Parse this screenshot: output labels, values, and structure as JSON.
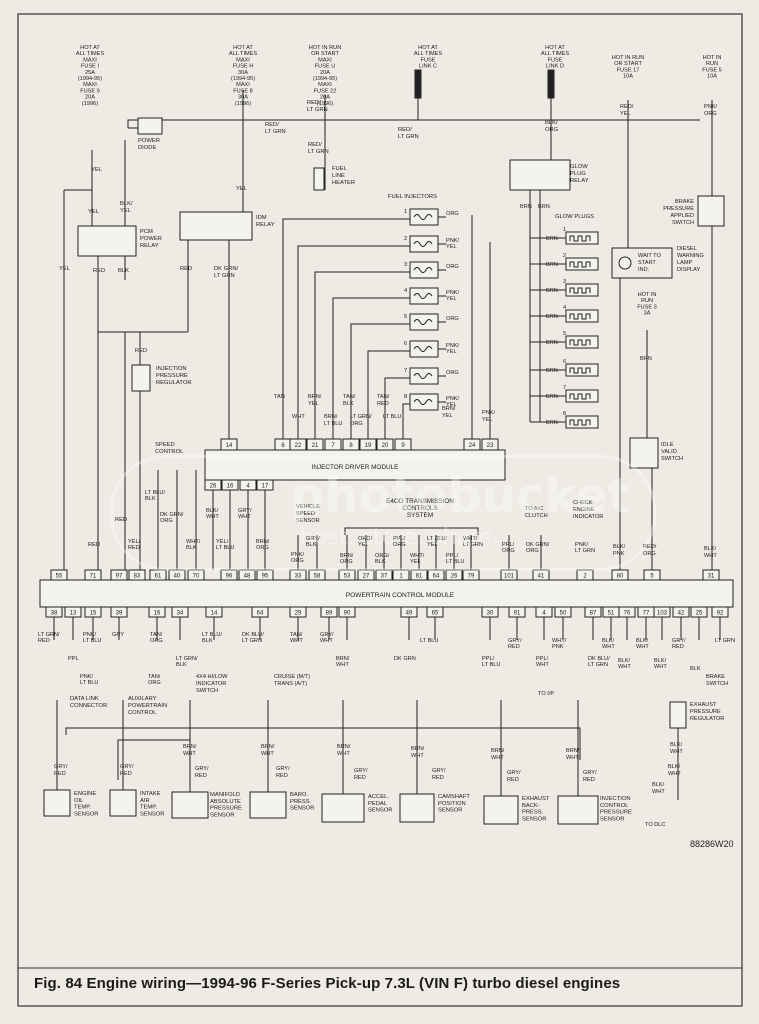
{
  "caption": "Fig. 84 Engine wiring—1994-96 F-Series Pick-up 7.3L (VIN F) turbo diesel engines",
  "figure_code": "88286W20",
  "watermark": {
    "brand": "photobucket",
    "tagline": "host. store. share."
  },
  "modules": {
    "pcm": "POWERTRAIN CONTROL MODULE",
    "idm": "INJECTOR DRIVER MODULE",
    "e4od": "E4OD TRANSMISSION CONTROLS SYSTEM"
  },
  "power_sources": [
    {
      "id": "fuse-9",
      "lines": [
        "HOT AT",
        "ALL TIMES",
        "MAXI",
        "FUSE I",
        "25A",
        "(1994-95)",
        "MAXI",
        "FUSE 9",
        "20A",
        "(1996)"
      ]
    },
    {
      "id": "fuse-h",
      "lines": [
        "HOT AT",
        "ALL TIMES",
        "MAXI",
        "FUSE H",
        "30A",
        "(1994-95)",
        "MAXI",
        "FUSE 8",
        "30A",
        "(1996)"
      ]
    },
    {
      "id": "fuse-u",
      "lines": [
        "HOT IN RUN",
        "OR START",
        "MAXI",
        "FUSE U",
        "20A",
        "(1994-95)",
        "MAXI",
        "FUSE 22",
        "20A",
        "(1996)"
      ]
    },
    {
      "id": "link-c",
      "lines": [
        "HOT AT",
        "ALL TIMES",
        "FUSE",
        "LINK C"
      ]
    },
    {
      "id": "link-d",
      "lines": [
        "HOT AT",
        "ALL TIMES",
        "FUSE",
        "LINK D"
      ]
    },
    {
      "id": "fuse-17",
      "lines": [
        "HOT IN RUN",
        "OR START",
        "FUSE 17",
        "10A"
      ]
    },
    {
      "id": "fuse-5",
      "lines": [
        "HOT IN",
        "RUN",
        "FUSE 5",
        "10A"
      ]
    },
    {
      "id": "fuse-3",
      "lines": [
        "HOT IN",
        "RUN",
        "FUSE 3",
        "3A"
      ]
    }
  ],
  "components": {
    "power_diode": [
      "POWER",
      "DIODE"
    ],
    "pcm_relay": [
      "PCM",
      "POWER",
      "RELAY"
    ],
    "idm_relay": [
      "IDM",
      "RELAY"
    ],
    "fuel_heater": [
      "FUEL",
      "LINE",
      "HEATER"
    ],
    "glow_relay": [
      "GLOW",
      "PLUG",
      "RELAY"
    ],
    "brake_switch_top": [
      "BRAKE",
      "PRESSURE",
      "APPLIED",
      "SWITCH"
    ],
    "wait_lamp": [
      "WAIT TO",
      "START",
      "IND."
    ],
    "diesel_lamp": [
      "DIESEL",
      "WARNING",
      "LAMP",
      "DISPLAY"
    ],
    "ipr": [
      "INJECTION",
      "PRESSURE",
      "REGULATOR"
    ],
    "idle_switch": [
      "IDLE",
      "VALID.",
      "SWITCH"
    ],
    "speed_control": [
      "SPEED",
      "CONTROL"
    ],
    "vss": [
      "VEHICLE",
      "SPEED",
      "SENSOR"
    ],
    "ac_clutch": [
      "TO A/C",
      "CLUTCH"
    ],
    "check_engine": [
      "CHECK",
      "ENGINE",
      "INDICATOR"
    ],
    "fuel_injectors": "FUEL INJECTORS",
    "glow_plugs": "GLOW PLUGS",
    "dlc": [
      "DATA LINK",
      "CONNECTOR"
    ],
    "aux_pcm": [
      "AUXILARY",
      "POWERTRAIN",
      "CONTROL"
    ],
    "hi_low": [
      "4X4 HI/LOW",
      "INDICATOR",
      "SWITCH"
    ],
    "cruise": [
      "CRUISE (M/T)",
      "TRANS (A/T)"
    ],
    "to_ip": "TO I/P",
    "brake_switch": [
      "BRAKE",
      "SWITCH"
    ],
    "ebp_reg": [
      "EXHAUST",
      "PRESSURE",
      "REGULATOR"
    ],
    "to_dlc": "TO DLC"
  },
  "sensors": [
    [
      "ENGINE",
      "OIL",
      "TEMP.",
      "SENSOR"
    ],
    [
      "INTAKE",
      "AIR",
      "TEMP.",
      "SENSOR"
    ],
    [
      "MANIFOLD",
      "ABSOLUTE",
      "PRESSURE",
      "SENSOR"
    ],
    [
      "BARO.",
      "PRESS.",
      "SENSOR"
    ],
    [
      "ACCEL.",
      "PEDAL",
      "SENSOR"
    ],
    [
      "CAMSHAFT",
      "POSITION",
      "SENSOR"
    ],
    [
      "EXHAUST",
      "BACK-",
      "PRESS.",
      "SENSOR"
    ],
    [
      "INJECTION",
      "CONTROL",
      "PRESSURE",
      "SENSOR"
    ]
  ],
  "injector_numbers": [
    "1",
    "2",
    "3",
    "4",
    "5",
    "6",
    "7",
    "8"
  ],
  "injector_wire_colors": [
    [
      "ORG"
    ],
    [
      "PNK/",
      "YEL"
    ],
    [
      "ORG"
    ],
    [
      "PNK/",
      "YEL"
    ],
    [
      "ORG"
    ],
    [
      "PNK/",
      "YEL"
    ],
    [
      "ORG"
    ],
    [
      "PNK/",
      "YEL"
    ]
  ],
  "glow_plug_numbers": [
    "1",
    "2",
    "3",
    "4",
    "5",
    "6",
    "7",
    "8"
  ],
  "glow_wire": "BRN",
  "idm_pins": [
    "14",
    "6",
    "22",
    "21",
    "7",
    "8",
    "19",
    "20",
    "9",
    "24",
    "23"
  ],
  "idm_bottom_pins": [
    "26",
    "16",
    "4",
    "17"
  ],
  "pcm_top_pins": [
    "55",
    "71",
    "97",
    "83",
    "61",
    "40",
    "70",
    "96",
    "48",
    "95",
    "33",
    "58",
    "53",
    "27",
    "37",
    "1",
    "81",
    "64",
    "26",
    "79",
    "101",
    "41",
    "2",
    "80",
    "5",
    "31"
  ],
  "pcm_bottom_pins": [
    "38",
    "13",
    "15",
    "39",
    "16",
    "34",
    "14",
    "64",
    "29",
    "89",
    "90",
    "49",
    "65",
    "30",
    "91",
    "4",
    "50",
    "87",
    "51",
    "76",
    "77",
    "103",
    "42",
    "25",
    "92"
  ],
  "wire_labels": [
    {
      "t": [
        "HOT AT",
        "ALL TIMES"
      ]
    },
    {
      "t": [
        "YEL"
      ]
    },
    {
      "t": [
        "BLK/",
        "YEL"
      ]
    },
    {
      "t": [
        "RED/",
        "LT GRN"
      ]
    },
    {
      "t": [
        "RED/",
        "LT GRN"
      ]
    },
    {
      "t": [
        "RED/",
        "LT GRN"
      ]
    },
    {
      "t": [
        "RED/",
        "LT GRN"
      ]
    },
    {
      "t": [
        "BLK/",
        "ORG"
      ]
    },
    {
      "t": [
        "RED/",
        "YEL"
      ]
    },
    {
      "t": [
        "PNK/",
        "ORG"
      ]
    },
    {
      "t": [
        "BRN"
      ]
    },
    {
      "t": [
        "YEL"
      ]
    },
    {
      "t": [
        "RED"
      ]
    },
    {
      "t": [
        "BLK"
      ]
    },
    {
      "t": [
        "RED"
      ]
    },
    {
      "t": [
        "DK GRN/",
        "LT GRN"
      ]
    },
    {
      "t": [
        "RED"
      ]
    },
    {
      "t": [
        "BRN"
      ]
    },
    {
      "t": [
        "TAN"
      ]
    },
    {
      "t": [
        "WHT"
      ]
    },
    {
      "t": [
        "BRN/",
        "YEL"
      ]
    },
    {
      "t": [
        "TAN/",
        "BLK"
      ]
    },
    {
      "t": [
        "BRN/",
        "LT BLU"
      ]
    },
    {
      "t": [
        "LT GRN/",
        "ORG"
      ]
    },
    {
      "t": [
        "TAN/",
        "RED"
      ]
    },
    {
      "t": [
        "BRN/",
        "YEL"
      ]
    },
    {
      "t": [
        "LT BLU"
      ]
    },
    {
      "t": [
        "PNK/",
        "YEL"
      ]
    },
    {
      "t": [
        "LT BLU/",
        "BLK"
      ]
    },
    {
      "t": [
        "DK GRN/",
        "ORG"
      ]
    },
    {
      "t": [
        "BLK/",
        "WHT"
      ]
    },
    {
      "t": [
        "GRY/",
        "WHT"
      ]
    },
    {
      "t": [
        "YEL/",
        "RED"
      ]
    },
    {
      "t": [
        "WHT/",
        "BLK"
      ]
    },
    {
      "t": [
        "YEL/",
        "LT BLU"
      ]
    },
    {
      "t": [
        "BRN/",
        "ORG"
      ]
    },
    {
      "t": [
        "GRY/",
        "BLK"
      ]
    },
    {
      "t": [
        "PNK/",
        "ORG"
      ]
    },
    {
      "t": [
        "BRN/",
        "ORG"
      ]
    },
    {
      "t": [
        "ORG/",
        "YEL"
      ]
    },
    {
      "t": [
        "ORG/",
        "BLK"
      ]
    },
    {
      "t": [
        "PPL/",
        "ORG"
      ]
    },
    {
      "t": [
        "WHT/",
        "YEL"
      ]
    },
    {
      "t": [
        "LT BLU/",
        "YEL"
      ]
    },
    {
      "t": [
        "PPL/",
        "LT BLU"
      ]
    },
    {
      "t": [
        "WHT/",
        "LT GRN"
      ]
    },
    {
      "t": [
        "PPL/",
        "ORG"
      ]
    },
    {
      "t": [
        "DK GRN/",
        "ORG"
      ]
    },
    {
      "t": [
        "PNK/",
        "LT GRN"
      ]
    },
    {
      "t": [
        "BLK/",
        "PNK"
      ]
    },
    {
      "t": [
        "RED/",
        "ORG"
      ]
    },
    {
      "t": [
        "BLK/",
        "WHT"
      ]
    },
    {
      "t": [
        "LT GRN/",
        "RED"
      ]
    },
    {
      "t": [
        "PNK/",
        "LT BLU"
      ]
    },
    {
      "t": [
        "GRY"
      ]
    },
    {
      "t": [
        "TAN/",
        "ORG"
      ]
    },
    {
      "t": [
        "LT GRN/",
        "BLK"
      ]
    },
    {
      "t": [
        "LT BLU/",
        "BLK"
      ]
    },
    {
      "t": [
        "DK BLU/",
        "LT GRN"
      ]
    },
    {
      "t": [
        "TAN/",
        "WHT"
      ]
    },
    {
      "t": [
        "GRY/",
        "WHT"
      ]
    },
    {
      "t": [
        "BRN/",
        "WHT"
      ]
    },
    {
      "t": [
        "DK GRN"
      ]
    },
    {
      "t": [
        "LT BLU"
      ]
    },
    {
      "t": [
        "PPL/",
        "LT BLU"
      ]
    },
    {
      "t": [
        "GRY/",
        "RED"
      ]
    },
    {
      "t": [
        "PPL/",
        "WHT"
      ]
    },
    {
      "t": [
        "WHT/",
        "PNK"
      ]
    },
    {
      "t": [
        "DK BLU/",
        "LT GRN"
      ]
    },
    {
      "t": [
        "BLK/",
        "WHT"
      ]
    },
    {
      "t": [
        "BLK/",
        "WHT"
      ]
    },
    {
      "t": [
        "BLK/",
        "WHT"
      ]
    },
    {
      "t": [
        "GRY/",
        "RED"
      ]
    },
    {
      "t": [
        "BLK"
      ]
    },
    {
      "t": [
        "LT GRN"
      ]
    },
    {
      "t": [
        "PPL"
      ]
    },
    {
      "t": [
        "PNK/",
        "LT BLU"
      ]
    },
    {
      "t": [
        "TAN/",
        "ORG"
      ]
    },
    {
      "t": [
        "GRY/",
        "RED"
      ]
    },
    {
      "t": [
        "GRY/",
        "RED"
      ]
    },
    {
      "t": [
        "BRN/",
        "WHT"
      ]
    },
    {
      "t": [
        "GRY/",
        "RED"
      ]
    },
    {
      "t": [
        "BRN/",
        "WHT"
      ]
    },
    {
      "t": [
        "GRY/",
        "RED"
      ]
    },
    {
      "t": [
        "BRN/",
        "WHT"
      ]
    },
    {
      "t": [
        "GRY/",
        "RED"
      ]
    },
    {
      "t": [
        "BRN/",
        "WHT"
      ]
    },
    {
      "t": [
        "GRY/",
        "RED"
      ]
    },
    {
      "t": [
        "BRN/",
        "WHT"
      ]
    },
    {
      "t": [
        "GRY/",
        "RED"
      ]
    },
    {
      "t": [
        "BLK/",
        "WHT"
      ]
    },
    {
      "t": [
        "BLK/",
        "WHT"
      ]
    }
  ]
}
